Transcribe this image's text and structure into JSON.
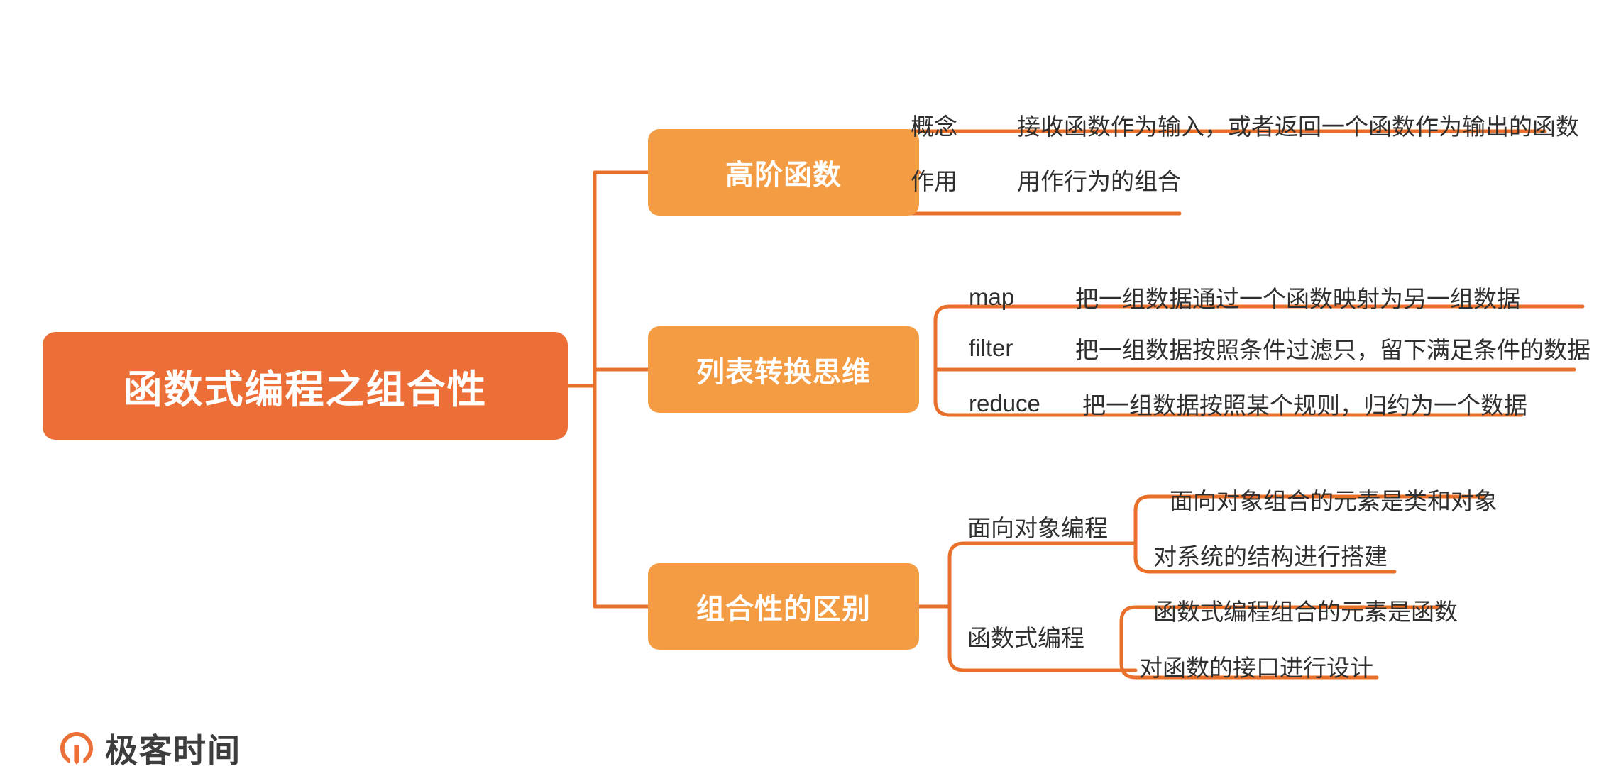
{
  "colors": {
    "root_fill": "#ED6F38",
    "branch_fill": "#F39C44",
    "connector": "#E8702A",
    "connector_light": "#F08A43",
    "text": "#2f2f2f",
    "node_text": "#ffffff",
    "logo_mark": "#ED6F38",
    "logo_word": "#3d3d3d",
    "background": "#ffffff"
  },
  "root": {
    "label": "函数式编程之组合性"
  },
  "branches": [
    {
      "label": "高阶函数",
      "leaves": [
        {
          "key": "概念",
          "desc": "接收函数作为输入，或者返回一个函数作为输出的函数"
        },
        {
          "key": "作用",
          "desc": "用作行为的组合"
        }
      ]
    },
    {
      "label": "列表转换思维",
      "leaves": [
        {
          "key": "map",
          "desc": "把一组数据通过一个函数映射为另一组数据"
        },
        {
          "key": "filter",
          "desc": "把一组数据按照条件过滤只，留下满足条件的数据"
        },
        {
          "key": "reduce",
          "desc": "把一组数据按照某个规则，归约为一个数据"
        }
      ]
    },
    {
      "label": "组合性的区别",
      "subbranches": [
        {
          "label": "面向对象编程",
          "leaves": [
            "面向对象组合的元素是类和对象",
            "对系统的结构进行搭建"
          ]
        },
        {
          "label": "函数式编程",
          "leaves": [
            "函数式编程组合的元素是函数",
            "对函数的接口进行设计"
          ]
        }
      ]
    }
  ],
  "footer": {
    "logo_text": "极客时间",
    "logo_icon": "geektime-circle-icon"
  }
}
